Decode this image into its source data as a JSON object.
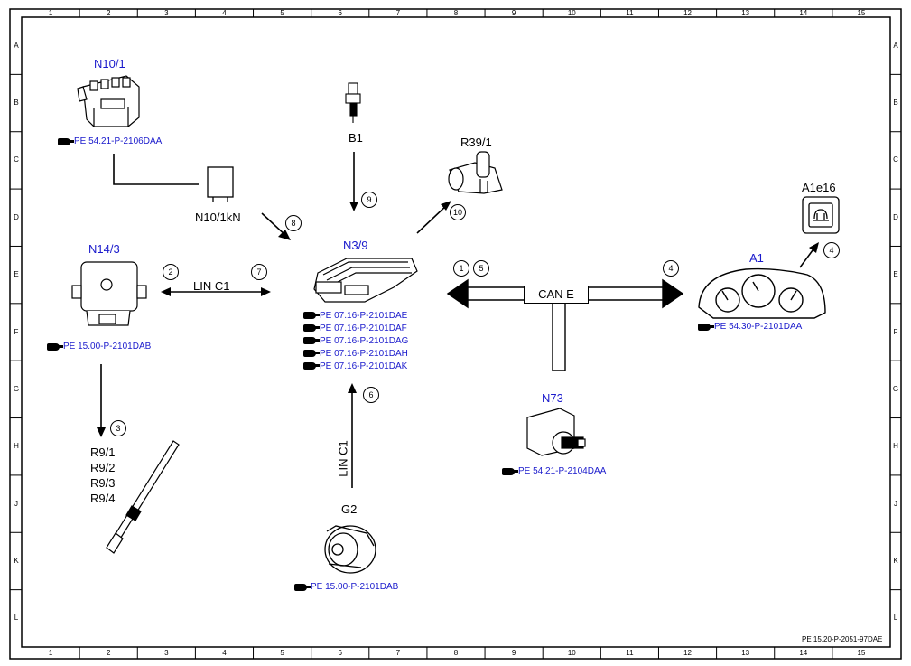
{
  "grid": {
    "columns": [
      "1",
      "2",
      "3",
      "4",
      "5",
      "6",
      "7",
      "8",
      "9",
      "10",
      "11",
      "12",
      "13",
      "14",
      "15"
    ],
    "rows": [
      "A",
      "B",
      "C",
      "D",
      "E",
      "F",
      "G",
      "H",
      "J",
      "K",
      "L"
    ]
  },
  "components": {
    "n10_1": {
      "title": "N10/1",
      "ref": "PE 54.21-P-2106DAA"
    },
    "b1": {
      "title": "B1"
    },
    "r39_1": {
      "title": "R39/1"
    },
    "a1e16": {
      "title": "A1e16"
    },
    "n10_1kn": {
      "title": "N10/1kN"
    },
    "n14_3": {
      "title": "N14/3",
      "ref": "PE 15.00-P-2101DAB"
    },
    "n3_9": {
      "title": "N3/9",
      "refs": [
        "PE 07.16-P-2101DAE",
        "PE 07.16-P-2101DAF",
        "PE 07.16-P-2101DAG",
        "PE 07.16-P-2101DAH",
        "PE 07.16-P-2101DAK"
      ]
    },
    "a1": {
      "title": "A1",
      "ref": "PE 54.30-P-2101DAA"
    },
    "n73": {
      "title": "N73",
      "ref": "PE 54.21-P-2104DAA"
    },
    "g2": {
      "title": "G2",
      "ref": "PE 15.00-P-2101DAB"
    },
    "r9": {
      "lines": [
        "R9/1",
        "R9/2",
        "R9/3",
        "R9/4"
      ]
    }
  },
  "buses": {
    "lin_c1_horizontal": "LIN C1",
    "lin_c1_vertical": "LIN C1",
    "can_e": "CAN E"
  },
  "markers": [
    "1",
    "2",
    "3",
    "4",
    "5",
    "6",
    "7",
    "8",
    "9",
    "10",
    "4"
  ],
  "footer": "PE 15.20-P-2051-97DAE"
}
